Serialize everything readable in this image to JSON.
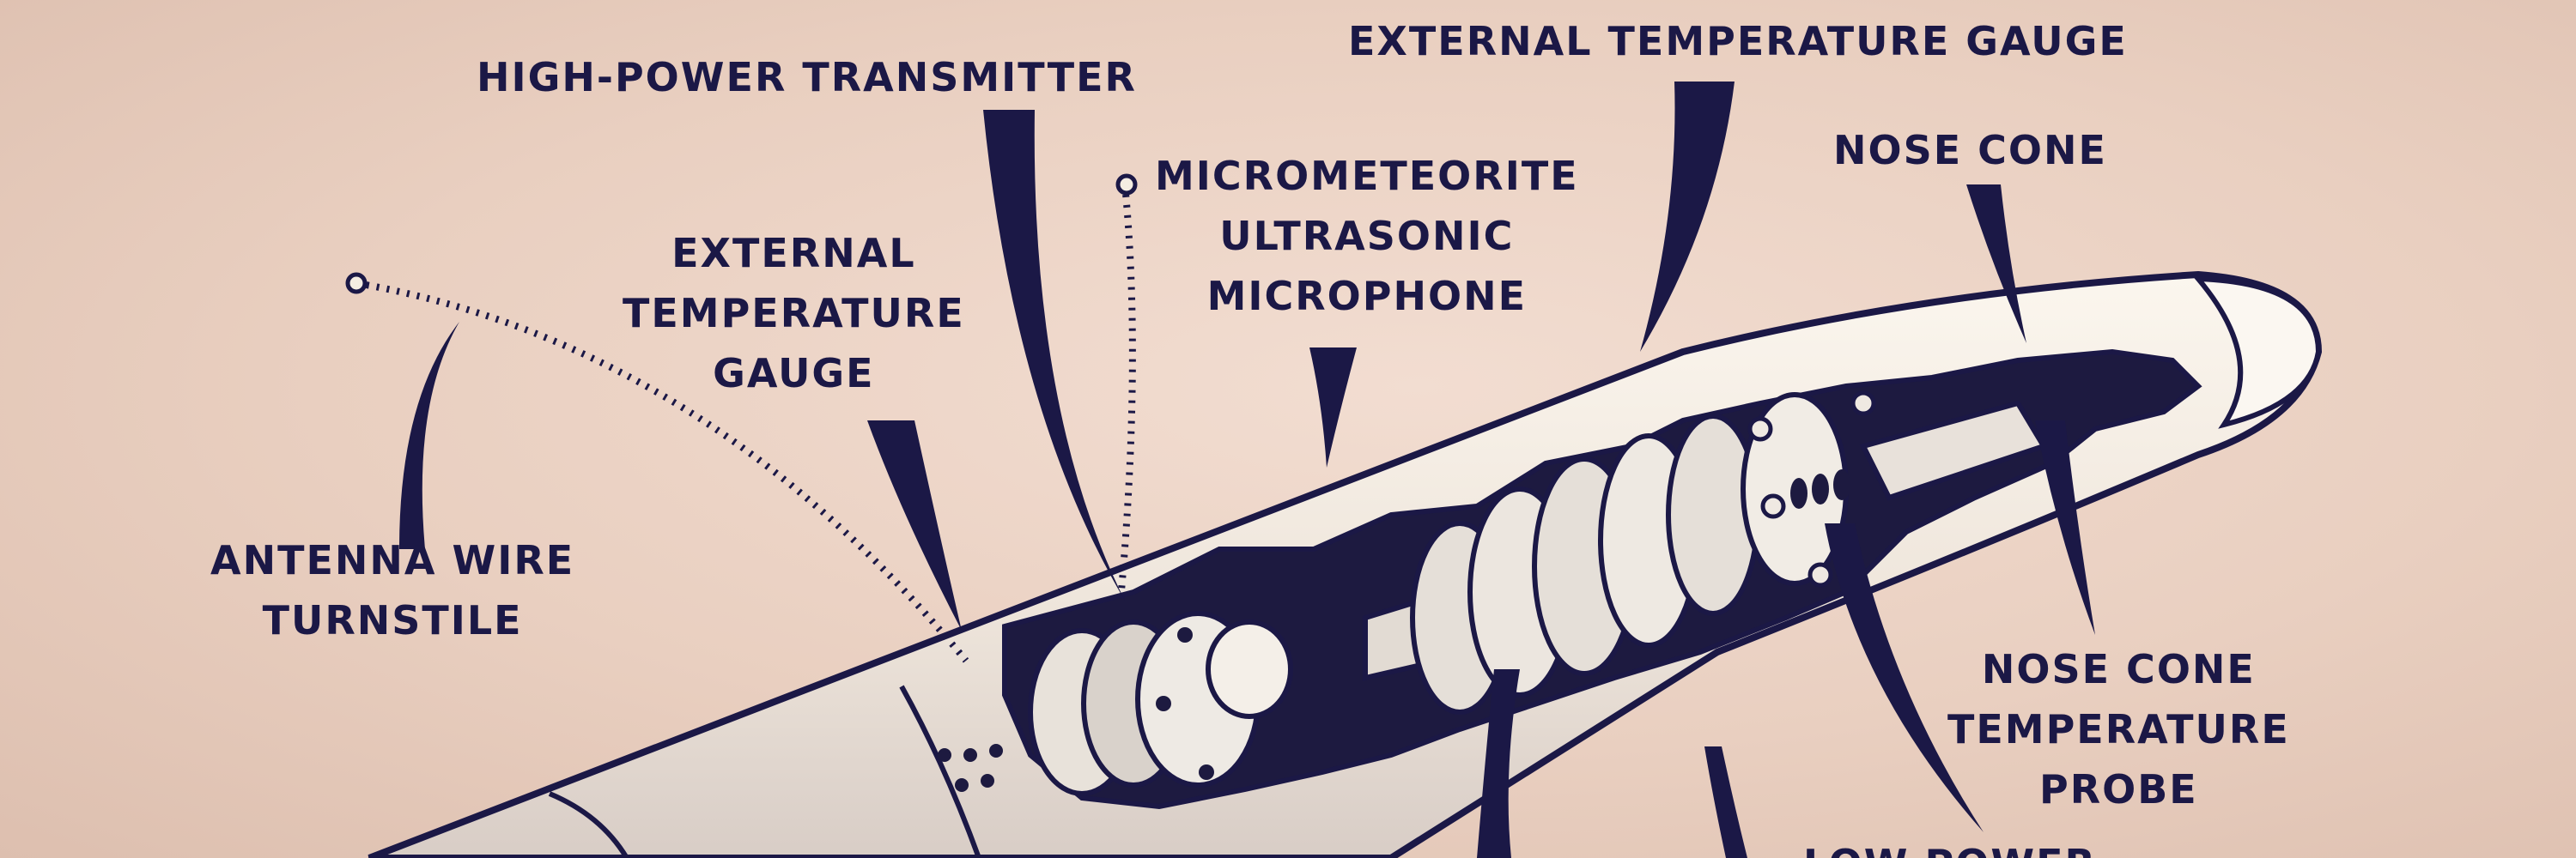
{
  "labels": {
    "high_power_transmitter": "HIGH-POWER TRANSMITTER",
    "external_temp_gauge_top": "EXTERNAL TEMPERATURE GAUGE",
    "nose_cone": "NOSE CONE",
    "micrometeorite": "MICROMETEORITE\nULTRASONIC\nMICROPHONE",
    "external_temp_gauge_left": "EXTERNAL\nTEMPERATURE\nGAUGE",
    "antenna_wire": "ANTENNA WIRE\nTURNSTILE",
    "nose_cone_probe": "NOSE CONE\nTEMPERATURE\nPROBE",
    "low_power_partial": "LOW POWER"
  },
  "colors": {
    "background": "#e9cfc0",
    "ink": "#1b1846",
    "shell": "#f4ede2",
    "shell_shadow": "#d9cfc7",
    "interior": "#1d1a40"
  }
}
